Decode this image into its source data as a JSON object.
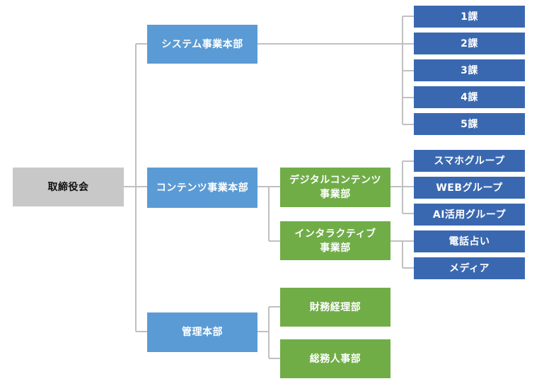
{
  "colors": {
    "top": "#c8c8c8",
    "division": "#5b9bd5",
    "department": "#70ad47",
    "section": "#3a68b0",
    "connector": "#c0c0c0"
  },
  "org": {
    "top": "取締役会",
    "divisions": [
      "システム事業本部",
      "コンテンツ事業本部",
      "管理本部"
    ],
    "system_sections": [
      "1課",
      "2課",
      "3課",
      "4課",
      "5課"
    ],
    "content_departments": [
      "デジタルコンテンツ\n事業部",
      "インタラクティブ\n事業部"
    ],
    "digital_groups": [
      "スマホグループ",
      "WEBグループ",
      "AI活用グループ"
    ],
    "interactive_groups": [
      "電話占い",
      "メディア"
    ],
    "admin_departments": [
      "財務経理部",
      "総務人事部"
    ]
  }
}
